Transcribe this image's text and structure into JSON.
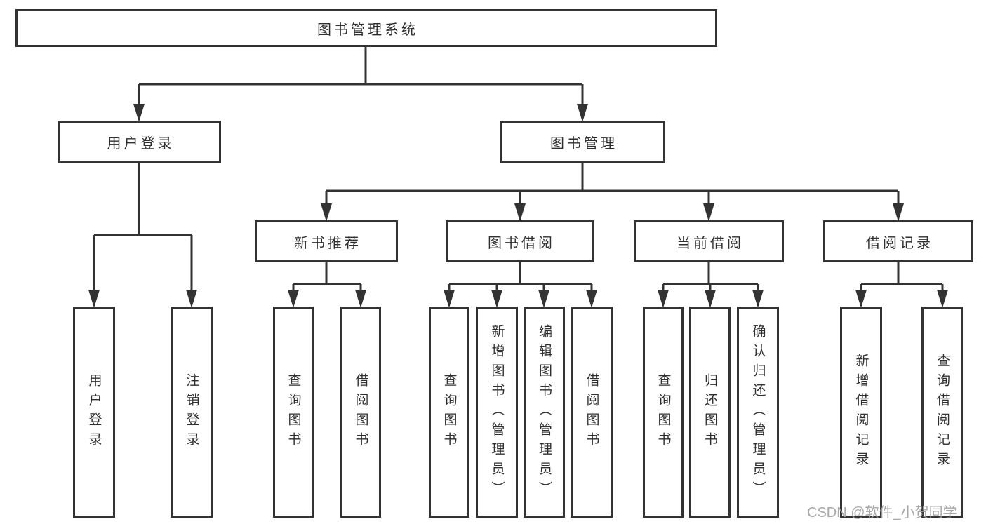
{
  "diagram_title": "图书管理系统",
  "tree": {
    "root": {
      "label": "图书管理系统",
      "children": [
        {
          "label": "用户登录",
          "children": [
            {
              "label": "用户登录"
            },
            {
              "label": "注销登录"
            }
          ]
        },
        {
          "label": "图书管理",
          "children": [
            {
              "label": "新书推荐",
              "children": [
                {
                  "label": "查询图书"
                },
                {
                  "label": "借阅图书"
                }
              ]
            },
            {
              "label": "图书借阅",
              "children": [
                {
                  "label": "查询图书"
                },
                {
                  "label": "新增图书（管理员）"
                },
                {
                  "label": "编辑图书（管理员）"
                },
                {
                  "label": "借阅图书"
                }
              ]
            },
            {
              "label": "当前借阅",
              "children": [
                {
                  "label": "查询图书"
                },
                {
                  "label": "归还图书"
                },
                {
                  "label": "确认归还（管理员）"
                }
              ]
            },
            {
              "label": "借阅记录",
              "children": [
                {
                  "label": "新增借阅记录"
                },
                {
                  "label": "查询借阅记录"
                }
              ]
            }
          ]
        }
      ]
    }
  },
  "watermark": "CSDN @软件_小贺同学",
  "colors": {
    "line": "#333333",
    "box_border": "#333333",
    "text": "#2f2f2f",
    "background": "#ffffff",
    "watermark": "#9e9e9e"
  }
}
